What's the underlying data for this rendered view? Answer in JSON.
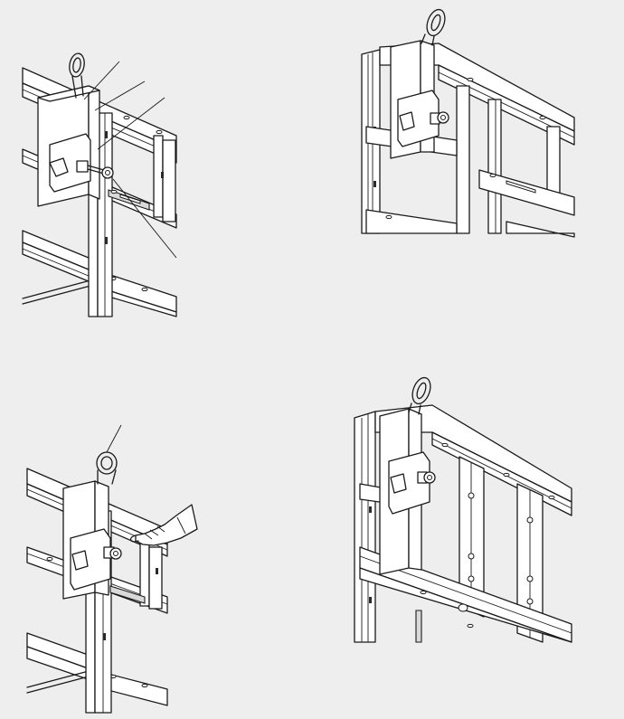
{
  "figure": {
    "panel_count": 4,
    "colors": {
      "background": "#eeeeee",
      "line": "#1a1a1a",
      "fill": "#ffffff"
    },
    "panels": [
      {
        "id": "step-1",
        "leader_lines": 4
      },
      {
        "id": "step-2",
        "leader_lines": 0
      },
      {
        "id": "step-3",
        "leader_lines": 1,
        "hand": true
      },
      {
        "id": "step-4",
        "leader_lines": 0
      }
    ]
  }
}
